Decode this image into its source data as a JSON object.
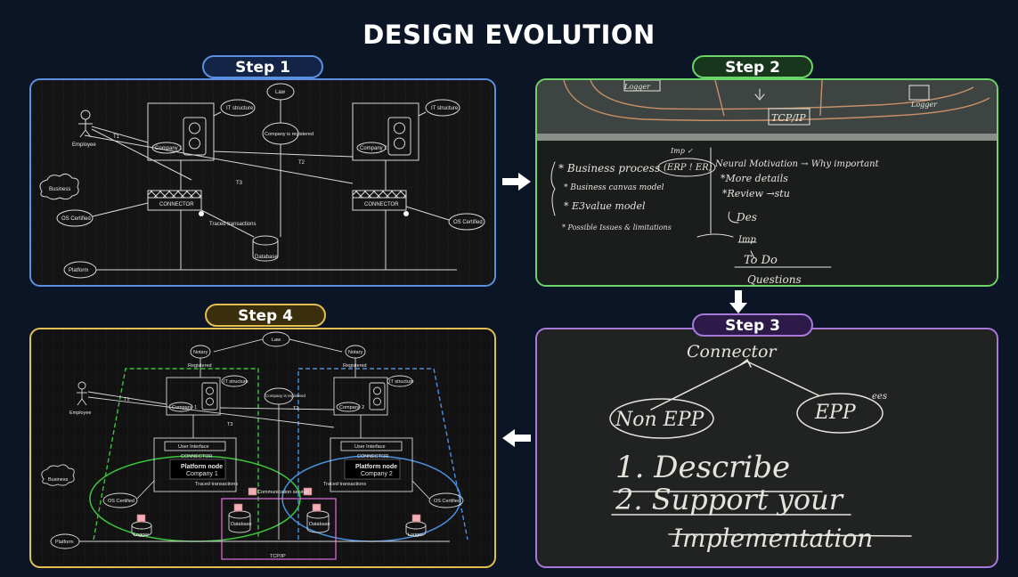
{
  "title": "DESIGN EVOLUTION",
  "steps": {
    "s1": "Step 1",
    "s2": "Step 2",
    "s3": "Step 3",
    "s4": "Step 4"
  },
  "step1": {
    "employee": "Employee",
    "law": "Law",
    "it_structure_1": "IT structure",
    "it_structure_2": "IT structure",
    "company1": "Company 1",
    "company2": "Company 2",
    "company_registered": "Company is registered",
    "t1": "T1",
    "t2": "T2",
    "t3": "T3",
    "business": "Business",
    "connector1": "CONNECTOR",
    "connector2": "CONNECTOR",
    "os_certified_1": "OS Certified",
    "os_certified_2": "OS Certified",
    "traced": "Traced transactions",
    "database": "Database",
    "platform": "Platform"
  },
  "step2": {
    "logger_left": "Logger",
    "logger_right": "Logger",
    "tcpip": "TCP/IP",
    "imp_top": "Imp ✓",
    "line1": "* Business process",
    "erp": "(ERP ! ER)",
    "line2": "* Business canvas model",
    "line3": "* E3value model",
    "line4": "* Possible Issues & limitations",
    "r1": "Neural Motivation → Why important",
    "r2": "*More details",
    "r3": "*Review →stu",
    "r4": "Des",
    "r5": "Imp",
    "r6": "To Do",
    "r7": "Questions"
  },
  "step3": {
    "connector": "Connector",
    "non_epp": "Non EPP",
    "epp": "EPP",
    "ees": "ees",
    "item1": "1. Describe",
    "item2": "2. Support your",
    "item3": "Implementation"
  },
  "step4": {
    "law": "Law",
    "notary1": "Notary",
    "notary2": "Notary",
    "registered1": "Registered",
    "registered2": "Registered",
    "it_structure_1": "IT structure",
    "it_structure_2": "IT structure",
    "company_registered": "Company is registered",
    "company1": "Company 1",
    "company2": "Company 2",
    "employee": "Employee",
    "t1": "T1",
    "t2": "T2",
    "t3": "T3",
    "user_interface_1": "User Interface",
    "user_interface_2": "User Interface",
    "connector1": "CONNECTOR",
    "connector2": "CONNECTOR",
    "platform_node_1": "Platform node",
    "platform_node_1b": "Company 1",
    "platform_node_2": "Platform node",
    "platform_node_2b": "Company 2",
    "traced1": "Traced transactions",
    "traced2": "Traced transactions",
    "communication": "Communication service",
    "business": "Business",
    "os_certified_1": "OS Certified",
    "os_certified_2": "OS Certified",
    "logger1": "Logger",
    "logger2": "Logger",
    "database1": "Database",
    "database2": "Database",
    "platform": "Platform",
    "tcpip": "TCP/IP"
  },
  "colors": {
    "step1": "#5b8fe0",
    "step2": "#6cd56a",
    "step3": "#a779d9",
    "step4": "#e2bf4e",
    "background": "#0c1526"
  }
}
